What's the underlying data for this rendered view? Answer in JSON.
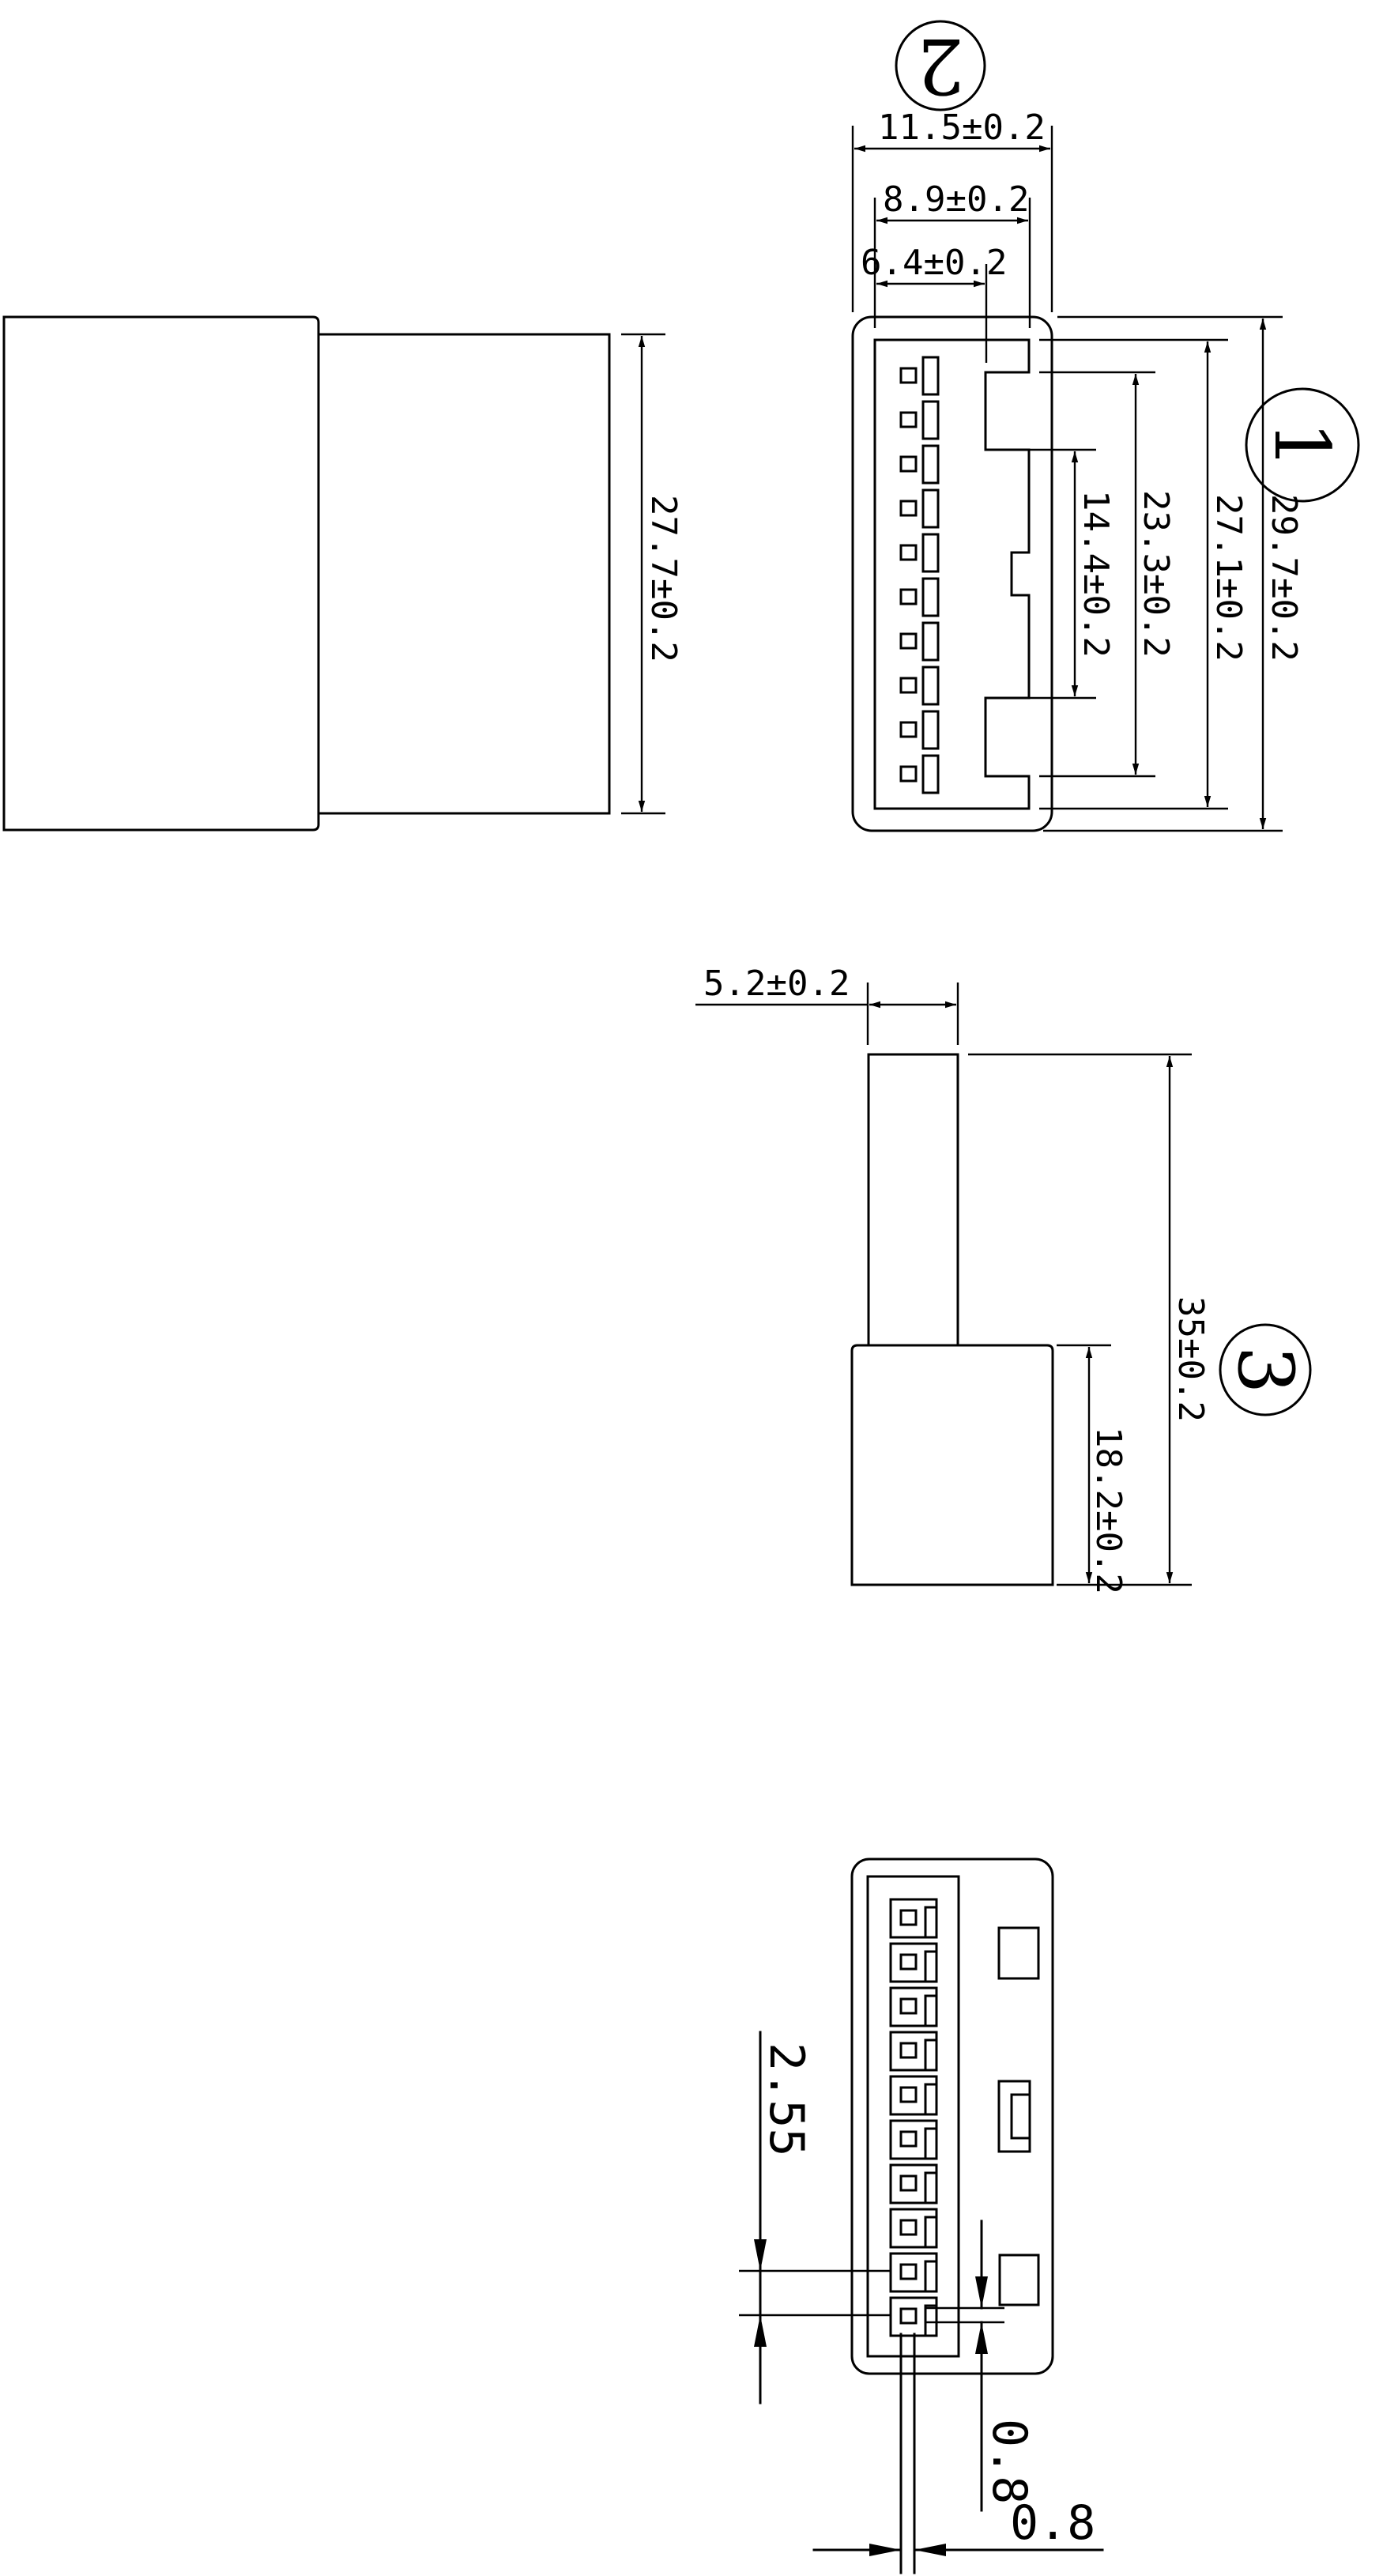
{
  "drawing": {
    "title": "Connector housing dimensional drawing",
    "line_color": "#000000",
    "background": "#ffffff"
  },
  "callouts": {
    "c1": "1",
    "c2": "2",
    "c3": "3"
  },
  "dimensions": {
    "side_view_height": "27.7±0.2",
    "front_width_outer": "11.5±0.2",
    "front_width_inner": "8.9±0.2",
    "front_width_latch": "6.4±0.2",
    "front_height_latch_gap": "14.4±0.2",
    "front_height_latch_span": "23.3±0.2",
    "front_height_inner": "27.1±0.2",
    "front_height_outer": "29.7±0.2",
    "top_view_neck_width": "5.2±0.2",
    "top_view_total_length": "35±0.2",
    "top_view_body_length": "18.2±0.2",
    "bottom_view_pitch": "2.55",
    "bottom_view_offset": "0.8",
    "bottom_view_wire_width": "0.8"
  },
  "views": {
    "front_view_pin_count": 10,
    "bottom_view_pin_count": 10
  }
}
